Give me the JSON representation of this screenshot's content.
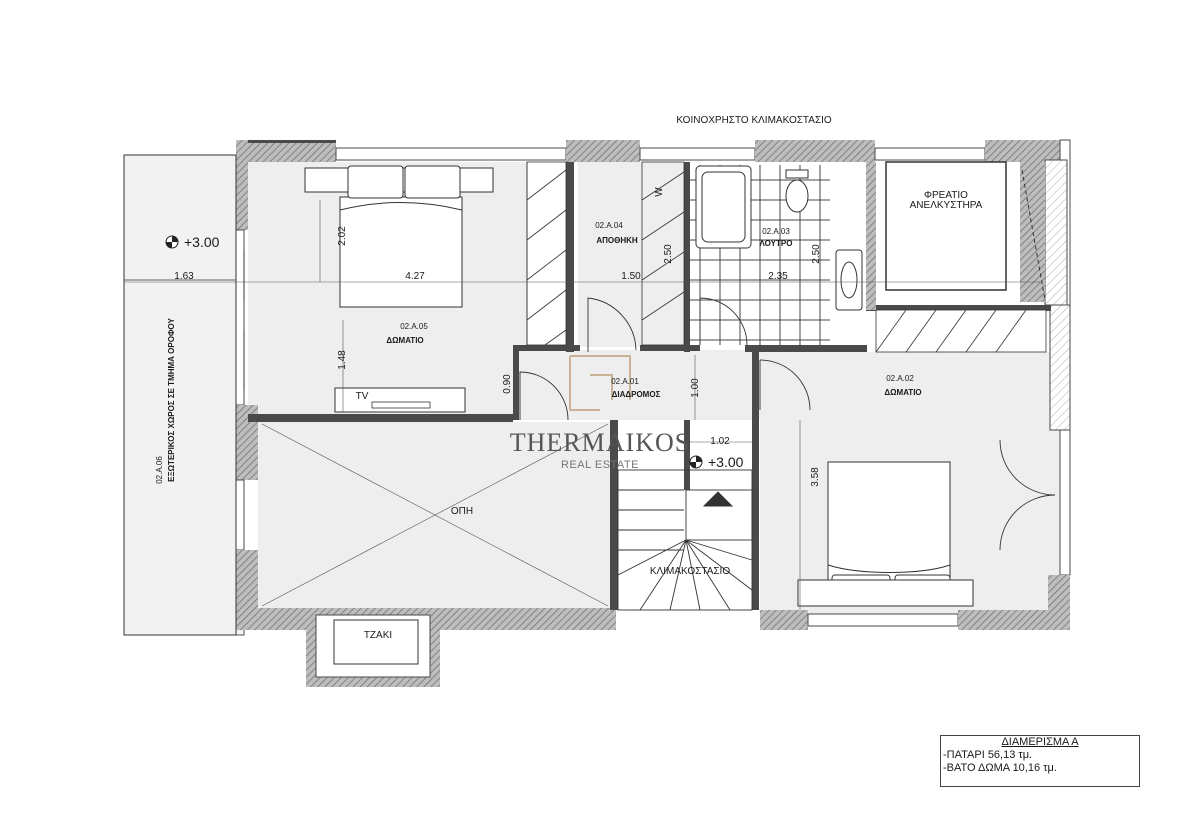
{
  "header": {
    "common_stair": "ΚΟΙΝΟΧΡΗΣΤΟ ΚΛΙΜΑΚΟΣΤΑΣΙΟ"
  },
  "rooms": {
    "room_05": {
      "id": "02.Α.05",
      "name": "ΔΩΜΑΤΙΟ"
    },
    "storage": {
      "id": "02.Α.04",
      "name": "ΑΠΟΘΗΚΗ"
    },
    "bath": {
      "id": "02.Α.03",
      "name": "ΛΟΥΤΡΟ"
    },
    "corridor": {
      "id": "02.Α.01",
      "name": "ΔΙΑΔΡΟΜΟΣ"
    },
    "room_02": {
      "id": "02.Α.02",
      "name": "ΔΩΜΑΤΙΟ"
    },
    "terrace": {
      "id": "02.Α.06",
      "name": "ΕΞΩΤΕΡΙΚΟΣ ΧΩΡΟΣ ΣΕ ΤΜΗΜΑ ΟΡΟΦΟΥ"
    }
  },
  "labels": {
    "elevator": [
      "ΦΡΕΑΤΙΟ",
      "ΑΝΕΛΚΥΣΤΗΡΑ"
    ],
    "void": "ΟΠΗ",
    "stair": "ΚΛΙΜΑΚΟΣΤΑΣΙΟ",
    "fireplace": "ΤΖΑΚΙ",
    "tv": "TV",
    "wardrobe": "W"
  },
  "levels": {
    "left": "+3.00",
    "center": "+3.00"
  },
  "dimensions": {
    "d163": "1.63",
    "d427": "4.27",
    "d150": "1.50",
    "d235": "2.35",
    "d202": "2.02",
    "d250a": "2.50",
    "d250b": "2.50",
    "d148": "1.48",
    "d090": "0.90",
    "d100": "1.00",
    "d102": "1.02",
    "d358": "3.58"
  },
  "watermark": {
    "brand": "THERMAIKOS",
    "sub": "REAL ESTATE"
  },
  "legend": {
    "title": "ΔΙΑΜΕΡΙΣΜΑ Α",
    "lines": [
      "-ΠΑΤΑΡΙ 56,13 τμ.",
      "-ΒΑΤΟ ΔΩΜΑ 10,16 τμ."
    ]
  },
  "colors": {
    "wall": "#4a4a4a",
    "hatch": "#8a8a8a",
    "floor": "#eeeeee",
    "line": "#333333"
  }
}
